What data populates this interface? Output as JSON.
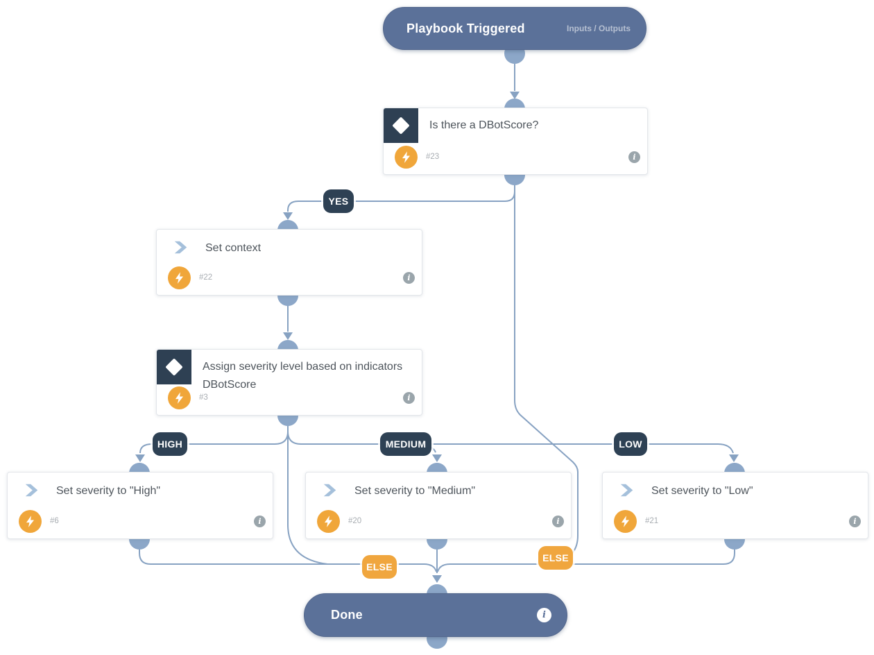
{
  "trigger": {
    "title": "Playbook Triggered",
    "io_link": "Inputs / Outputs"
  },
  "cards": {
    "dbotscore": {
      "title": "Is there a DBotScore?",
      "id": "#23"
    },
    "set_context": {
      "title": "Set context",
      "id": "#22"
    },
    "assign_severity": {
      "title": "Assign severity level based on indicators DBotScore",
      "id": "#3"
    },
    "severity_high": {
      "title": "Set severity to \"High\"",
      "id": "#6"
    },
    "severity_medium": {
      "title": "Set severity to \"Medium\"",
      "id": "#20"
    },
    "severity_low": {
      "title": "Set severity to \"Low\"",
      "id": "#21"
    }
  },
  "done": {
    "title": "Done"
  },
  "edge_labels": {
    "yes": "YES",
    "high": "HIGH",
    "medium": "MEDIUM",
    "low": "LOW",
    "else_center": "ELSE",
    "else_right": "ELSE"
  },
  "icons": {
    "info_glyph": "i",
    "condition_icon": "white-diamond-on-dark-square",
    "task_icon": "blue-chevron-right",
    "automation_icon": "white-lightning-on-orange-circle"
  },
  "colors": {
    "pill_bg": "#5b7199",
    "edge_line": "#87a2c2",
    "connector_circle": "#8ca7c8",
    "condition_label_bg": "#2e4154",
    "else_label_bg": "#f0a63e",
    "automation_orange": "#f0a63a",
    "task_icon_blue": "#a5c0db",
    "condition_icon_bg": "#2e4053",
    "info_icon_gray": "#9aa5ab",
    "card_title_text": "#4d545b",
    "card_id_text": "#a8adb2"
  }
}
